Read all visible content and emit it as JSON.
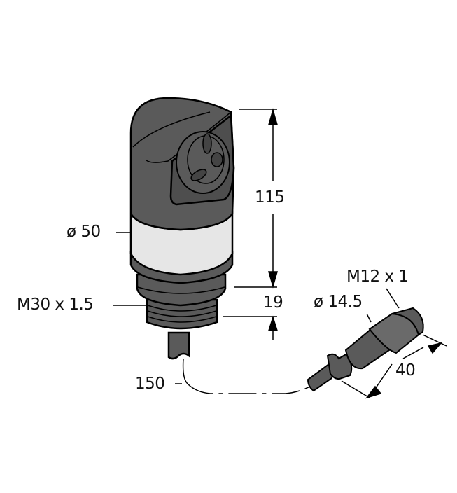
{
  "diagram": {
    "type": "dimension-drawing",
    "subject": "cylindrical sensor with M12 connector cable",
    "colors": {
      "body": "#5a5a5a",
      "body_dark": "#4a4a4a",
      "band": "#e6e6e6",
      "outline": "#000000",
      "background": "#ffffff"
    },
    "dimensions": {
      "height": "115",
      "thread_length": "19",
      "body_diameter": "ø 50",
      "thread": "M30 x 1.5",
      "cable_length": "150",
      "connector_thread": "M12 x 1",
      "connector_diameter": "ø 14.5",
      "connector_length": "40"
    }
  }
}
